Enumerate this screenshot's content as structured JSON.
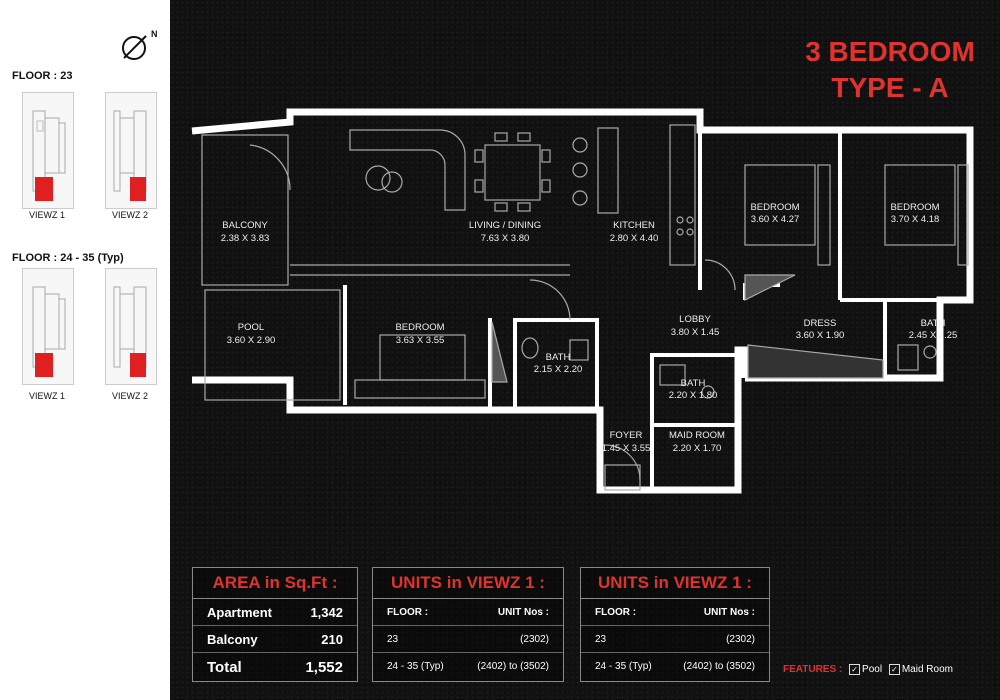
{
  "sidebar": {
    "floor_a": "FLOOR : 23",
    "floor_b": "FLOOR : 24 - 35 (Typ)",
    "view_1": "VIEWZ 1",
    "view_2": "VIEWZ 2"
  },
  "title": {
    "line1": "3 BEDROOM",
    "line2": "TYPE - A"
  },
  "rooms": [
    {
      "name": "BALCONY",
      "dims": "2.38 X 3.83"
    },
    {
      "name": "LIVING / DINING",
      "dims": "7.63 X 3.80"
    },
    {
      "name": "KITCHEN",
      "dims": "2.80 X 4.40"
    },
    {
      "name": "BEDROOM",
      "dims": "3.60 X 4.27"
    },
    {
      "name": "BEDROOM",
      "dims": "3.70 X 4.18"
    },
    {
      "name": "POOL",
      "dims": "3.60 X 2.90"
    },
    {
      "name": "BEDROOM",
      "dims": "3.63 X 3.55"
    },
    {
      "name": "BATH",
      "dims": "2.15 X 2.20"
    },
    {
      "name": "LOBBY",
      "dims": "3.80 X 1.45"
    },
    {
      "name": "DRESS",
      "dims": "3.60 X 1.90"
    },
    {
      "name": "BATH",
      "dims": "2.45 X 2.25"
    },
    {
      "name": "BATH",
      "dims": "2.20 X 1.80"
    },
    {
      "name": "FOYER",
      "dims": "1.45 X 3.55"
    },
    {
      "name": "MAID ROOM",
      "dims": "2.20 X 1.70"
    }
  ],
  "area": {
    "title": "AREA in Sq.Ft :",
    "rows": [
      {
        "label": "Apartment",
        "value": "1,342"
      },
      {
        "label": "Balcony",
        "value": "210"
      },
      {
        "label": "Total",
        "value": "1,552"
      }
    ]
  },
  "units1": {
    "title": "UNITS in VIEWZ 1 :",
    "header": {
      "floor": "FLOOR :",
      "units": "UNIT Nos :"
    },
    "rows": [
      {
        "floor": "23",
        "units": "(2302)"
      },
      {
        "floor": "24 - 35 (Typ)",
        "units": "(2402) to (3502)"
      }
    ]
  },
  "units2": {
    "title": "UNITS in VIEWZ 1 :",
    "header": {
      "floor": "FLOOR :",
      "units": "UNIT Nos :"
    },
    "rows": [
      {
        "floor": "23",
        "units": "(2302)"
      },
      {
        "floor": "24 - 35 (Typ)",
        "units": "(2402) to (3502)"
      }
    ]
  },
  "features": {
    "label": "FEATURES :",
    "items": [
      "Pool",
      "Maid Room"
    ]
  },
  "compass_letter": "N",
  "colors": {
    "accent": "#e0332f",
    "highlight": "#e02020",
    "wall": "#ffffff"
  }
}
